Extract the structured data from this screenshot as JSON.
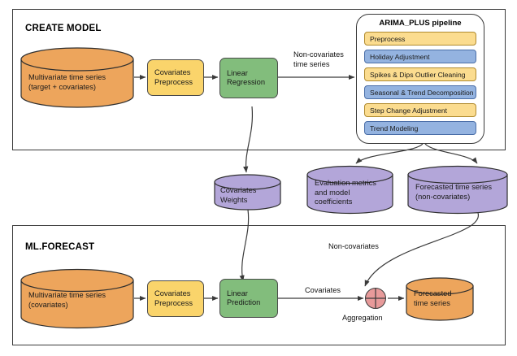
{
  "diagram": {
    "title": "BigQuery ML multivariate time series forecasting flow",
    "colors": {
      "datastore_orange": "#eda55c",
      "process_yellow": "#fad46b",
      "model_green": "#82bd7c",
      "artifact_purple": "#b3a6d9",
      "aggregation_red": "#e79a9a",
      "stage_yellow": "#fbdc8f",
      "stage_blue": "#94b3e0",
      "outline": "#3a3a3a"
    }
  },
  "create_model": {
    "title": "CREATE MODEL",
    "input_store": "Multivariate time series\n(target + covariates)",
    "preprocess": "Covariates\nPreprocess",
    "linear_regression": "Linear\nRegression",
    "edge_to_pipeline": "Non-covariates\ntime series",
    "pipeline": {
      "title": "ARIMA_PLUS pipeline",
      "stages": [
        {
          "label": "Preprocess",
          "tone": "y"
        },
        {
          "label": "Holiday Adjustment",
          "tone": "b"
        },
        {
          "label": "Spikes & Dips Outlier Cleaning",
          "tone": "y"
        },
        {
          "label": "Seasonal & Trend Decomposition",
          "tone": "b"
        },
        {
          "label": "Step Change Adjustment",
          "tone": "y"
        },
        {
          "label": "Trend Modeling",
          "tone": "b"
        }
      ]
    }
  },
  "artifacts": [
    {
      "label": "Covariates\nWeights"
    },
    {
      "label": "Evaluation metrics\nand model\ncoefficients"
    },
    {
      "label": "Forecasted time series\n(non-covariates)"
    }
  ],
  "ml_forecast": {
    "title": "ML.FORECAST",
    "input_store": "Multivariate time series\n(covariates)",
    "preprocess": "Covariates\nPreprocess",
    "linear_prediction": "Linear\nPrediction",
    "edge_covariates": "Covariates",
    "edge_non_covariates": "Non-covariates",
    "aggregation_label": "Aggregation",
    "output_store": "Forecasted\ntime series"
  }
}
